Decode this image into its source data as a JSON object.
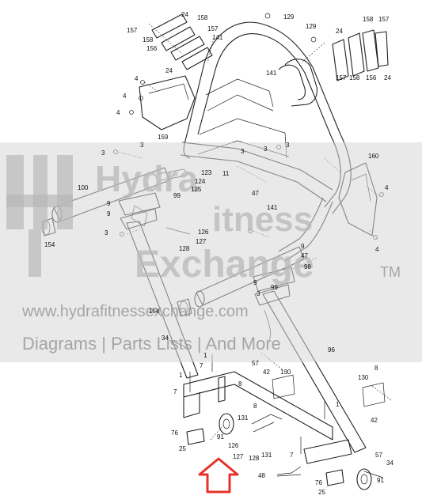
{
  "diagram": {
    "callouts": [
      {
        "id": "c-24a",
        "text": "24"
      },
      {
        "id": "c-158a",
        "text": "158"
      },
      {
        "id": "c-157a",
        "text": "157"
      },
      {
        "id": "c-141a",
        "text": "141"
      },
      {
        "id": "c-156a",
        "text": "156"
      },
      {
        "id": "c-158b",
        "text": "158"
      },
      {
        "id": "c-157b",
        "text": "157"
      },
      {
        "id": "c-24b",
        "text": "24"
      },
      {
        "id": "c-129a",
        "text": "129"
      },
      {
        "id": "c-129b",
        "text": "129"
      },
      {
        "id": "c-24c",
        "text": "24"
      },
      {
        "id": "c-158c",
        "text": "158"
      },
      {
        "id": "c-157c",
        "text": "157"
      },
      {
        "id": "c-157d",
        "text": "157"
      },
      {
        "id": "c-158d",
        "text": "158"
      },
      {
        "id": "c-156b",
        "text": "156"
      },
      {
        "id": "c-24d",
        "text": "24"
      },
      {
        "id": "c-4a",
        "text": "4"
      },
      {
        "id": "c-4b",
        "text": "4"
      },
      {
        "id": "c-4c",
        "text": "4"
      },
      {
        "id": "c-141b",
        "text": "141"
      },
      {
        "id": "c-159",
        "text": "159"
      },
      {
        "id": "c-3a",
        "text": "3"
      },
      {
        "id": "c-3b",
        "text": "3"
      },
      {
        "id": "c-3c",
        "text": "3"
      },
      {
        "id": "c-3d",
        "text": "3"
      },
      {
        "id": "c-3e",
        "text": "3"
      },
      {
        "id": "c-160",
        "text": "160"
      },
      {
        "id": "c-4d",
        "text": "4"
      },
      {
        "id": "c-4e",
        "text": "4"
      },
      {
        "id": "c-123",
        "text": "123"
      },
      {
        "id": "c-124",
        "text": "124"
      },
      {
        "id": "c-125",
        "text": "125"
      },
      {
        "id": "c-11",
        "text": "11"
      },
      {
        "id": "c-100",
        "text": "100"
      },
      {
        "id": "c-9a",
        "text": "9"
      },
      {
        "id": "c-99",
        "text": "99"
      },
      {
        "id": "c-47a",
        "text": "47"
      },
      {
        "id": "c-141c",
        "text": "141"
      },
      {
        "id": "c-9b",
        "text": "9"
      },
      {
        "id": "c-3f",
        "text": "3"
      },
      {
        "id": "c-126a",
        "text": "126"
      },
      {
        "id": "c-127a",
        "text": "127"
      },
      {
        "id": "c-154a",
        "text": "154"
      },
      {
        "id": "c-128a",
        "text": "128"
      },
      {
        "id": "c-9c",
        "text": "9"
      },
      {
        "id": "c-47b",
        "text": "47"
      },
      {
        "id": "c-98",
        "text": "98"
      },
      {
        "id": "c-9d",
        "text": "9"
      },
      {
        "id": "c-3g",
        "text": "3"
      },
      {
        "id": "c-154b",
        "text": "154"
      },
      {
        "id": "c-99b",
        "text": "99"
      },
      {
        "id": "c-34a",
        "text": "34"
      },
      {
        "id": "c-96",
        "text": "96"
      },
      {
        "id": "c-1a",
        "text": "1"
      },
      {
        "id": "c-7a",
        "text": "7"
      },
      {
        "id": "c-57a",
        "text": "57"
      },
      {
        "id": "c-42a",
        "text": "42"
      },
      {
        "id": "c-130a",
        "text": "130"
      },
      {
        "id": "c-8a",
        "text": "8"
      },
      {
        "id": "c-1b",
        "text": "1"
      },
      {
        "id": "c-7b",
        "text": "7"
      },
      {
        "id": "c-8b",
        "text": "8"
      },
      {
        "id": "c-130b",
        "text": "130"
      },
      {
        "id": "c-8c",
        "text": "8"
      },
      {
        "id": "c-131a",
        "text": "131"
      },
      {
        "id": "c-1c",
        "text": "1"
      },
      {
        "id": "c-76a",
        "text": "76"
      },
      {
        "id": "c-91a",
        "text": "91"
      },
      {
        "id": "c-126b",
        "text": "126"
      },
      {
        "id": "c-42b",
        "text": "42"
      },
      {
        "id": "c-127b",
        "text": "127"
      },
      {
        "id": "c-128b",
        "text": "128"
      },
      {
        "id": "c-131b",
        "text": "131"
      },
      {
        "id": "c-25a",
        "text": "25"
      },
      {
        "id": "c-7c",
        "text": "7"
      },
      {
        "id": "c-57b",
        "text": "57"
      },
      {
        "id": "c-34b",
        "text": "34"
      },
      {
        "id": "c-48",
        "text": "48"
      },
      {
        "id": "c-76b",
        "text": "76"
      },
      {
        "id": "c-91b",
        "text": "91"
      },
      {
        "id": "c-25b",
        "text": "25"
      }
    ]
  },
  "watermark": {
    "line1": "Hydra",
    "line1b": "itness",
    "line2": "Exchange",
    "tm": "TM",
    "url": "www.hydrafitnessexchange.com",
    "tagline": "Diagrams  |  Parts Lists  |  And More"
  },
  "indicator": {
    "color": "#e8322c",
    "name": "red-up-arrow-icon"
  }
}
